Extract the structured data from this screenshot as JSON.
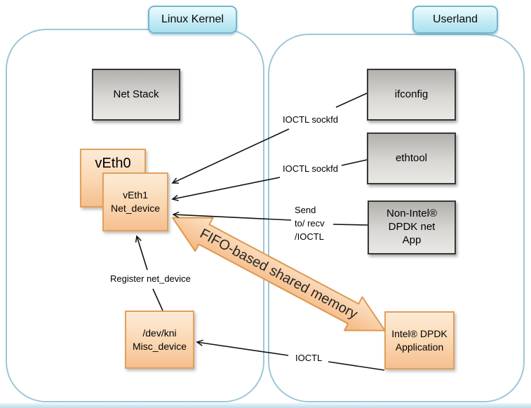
{
  "containers": {
    "kernel": {
      "label": "Linux Kernel"
    },
    "userland": {
      "label": "Userland"
    }
  },
  "nodes": {
    "net_stack": {
      "label": "Net Stack"
    },
    "veth0": {
      "label": "vEth0"
    },
    "veth1": {
      "line1": "vEth1",
      "line2": "Net_device"
    },
    "dev_kni": {
      "line1": "/dev/kni",
      "line2": "Misc_device"
    },
    "ifconfig": {
      "label": "ifconfig"
    },
    "ethtool": {
      "label": "ethtool"
    },
    "non_intel": {
      "line1": "Non-Intel®",
      "line2": "DPDK net",
      "line3": "App"
    },
    "intel_dpdk": {
      "line1": "Intel® DPDK",
      "line2": "Application"
    }
  },
  "edges": {
    "ioctl_sockfd_ifconfig": {
      "label": "IOCTL sockfd"
    },
    "ioctl_sockfd_ethtool": {
      "label": "IOCTL sockfd"
    },
    "send_recv": {
      "line1": "Send",
      "line2": "to/ recv",
      "line3": "/IOCTL"
    },
    "register_net_device": {
      "label": "Register net_device"
    },
    "ioctl_kni": {
      "label": "IOCTL"
    },
    "fifo": {
      "label": "FIFO-based shared memory"
    }
  },
  "colors": {
    "container_border": "#9cc6d8",
    "tag_border": "#74b7cd",
    "tag_fill_top": "#ecfbfe",
    "tag_fill_bottom": "#a9e0f0",
    "gray_box_border": "#383838",
    "gray_box_top": "#b3b1ae",
    "gray_box_bottom": "#eae8e5",
    "orange_box_border": "#e2a05c",
    "orange_box_top": "#fdebd7",
    "orange_box_bottom": "#f6bf90",
    "fifo_fill_top": "#fce4ca",
    "fifo_fill_bottom": "#f5b77f",
    "fifo_outline": "#dd9851",
    "edge_color": "#111111"
  }
}
